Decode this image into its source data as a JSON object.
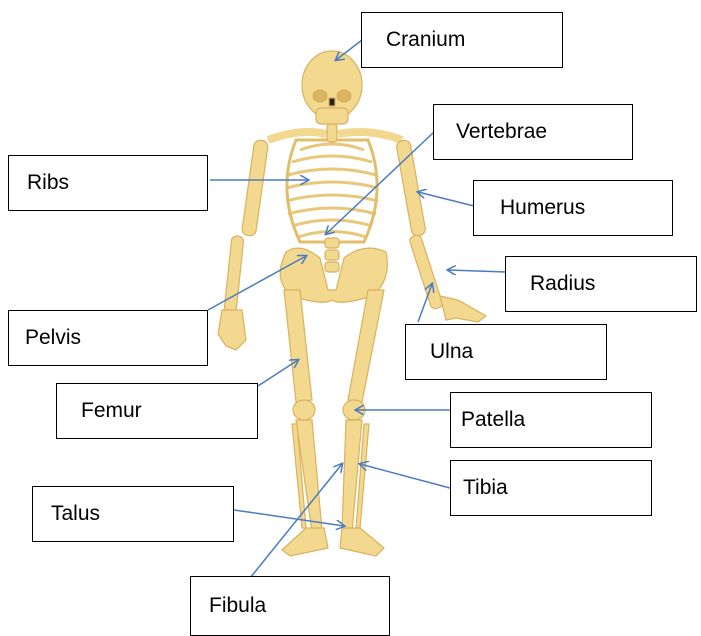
{
  "diagram": {
    "labels": {
      "cranium": "Cranium",
      "vertebrae": "Vertebrae",
      "ribs": "Ribs",
      "humerus": "Humerus",
      "radius": "Radius",
      "pelvis": "Pelvis",
      "ulna": "Ulna",
      "femur": "Femur",
      "patella": "Patella",
      "tibia": "Tibia",
      "talus": "Talus",
      "fibula": "Fibula"
    },
    "colors": {
      "bone": "#f3d890",
      "bone_shadow": "#d9b25e",
      "arrow": "#4a7cc0",
      "box_border": "#000000"
    }
  }
}
